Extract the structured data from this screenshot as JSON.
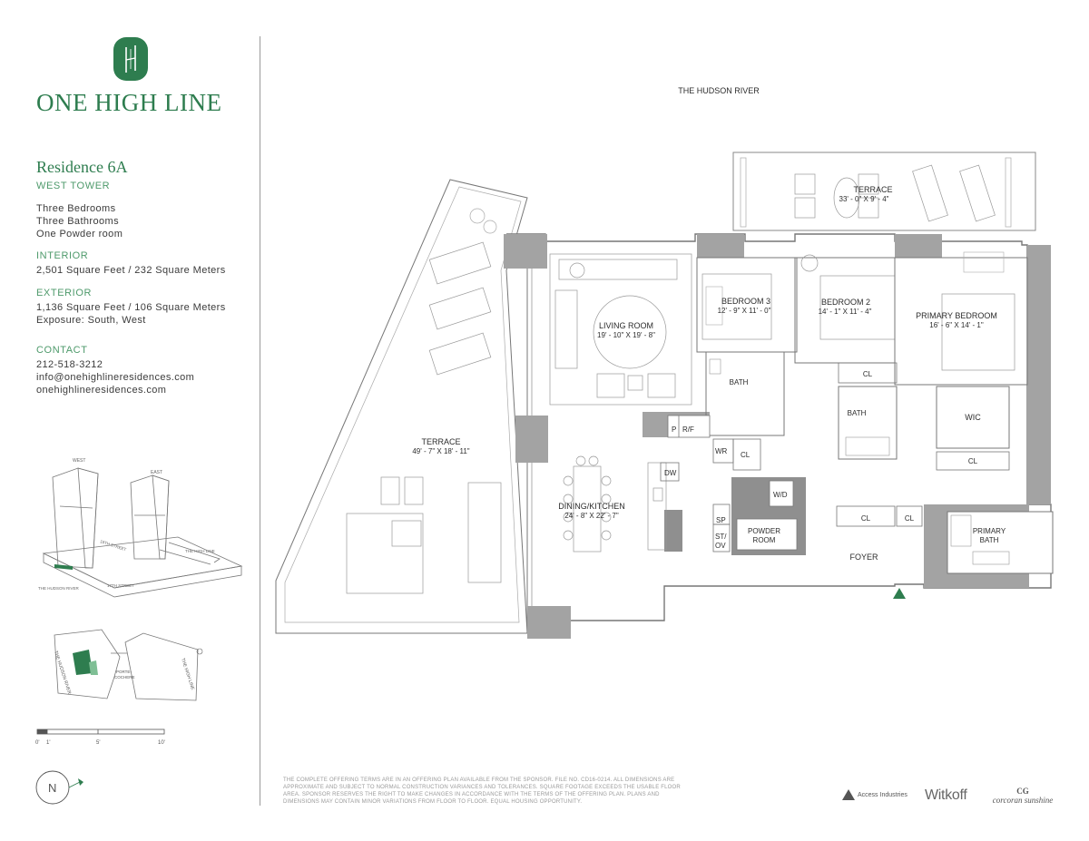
{
  "brand": {
    "name": "ONE HIGH LINE",
    "accent_color": "#2e7d4f",
    "emblem_icon": "building-emblem-icon"
  },
  "residence": {
    "title": "Residence 6A",
    "tower": "WEST TOWER",
    "rooms": [
      "Three Bedrooms",
      "Three Bathrooms",
      "One Powder room"
    ],
    "interior_label": "INTERIOR",
    "interior_value": "2,501 Square Feet / 232 Square Meters",
    "exterior_label": "EXTERIOR",
    "exterior_lines": [
      "1,136 Square Feet / 106 Square Meters",
      "Exposure: South, West"
    ]
  },
  "contact": {
    "label": "CONTACT",
    "phone": "212-518-3212",
    "email": "info@onehighlineresidences.com",
    "website": "onehighlineresidences.com"
  },
  "axonometric": {
    "west": "WEST",
    "east": "EAST",
    "street_18": "18TH STREET",
    "high_line": "THE HIGH LINE",
    "hudson": "THE HUDSON RIVER",
    "street_17": "17TH STREET"
  },
  "site_plan": {
    "hudson": "THE HUDSON RIVER",
    "porte": "PORTE-",
    "cochere": "COCHERE",
    "high_line": "THE HIGH LINE"
  },
  "scale": {
    "t0": "0'",
    "t1": "1'",
    "t5": "5'",
    "t10": "10'"
  },
  "compass": {
    "north": "N"
  },
  "plan": {
    "river_label": "THE HUDSON RIVER",
    "terrace_top": {
      "name": "TERRACE",
      "dims": "33' - 0\" X 9' - 4\""
    },
    "terrace_west": {
      "name": "TERRACE",
      "dims": "49' - 7\" X 18' - 11\""
    },
    "living": {
      "name": "LIVING ROOM",
      "dims": "19' - 10\" X 19' - 8\""
    },
    "bedroom3": {
      "name": "BEDROOM 3",
      "dims": "12' - 9\" X 11' - 0\""
    },
    "bedroom2": {
      "name": "BEDROOM 2",
      "dims": "14' - 1\" X 11' - 4\""
    },
    "primary_bedroom": {
      "name": "PRIMARY BEDROOM",
      "dims": "16' - 6\" X 14' - 1\""
    },
    "dining": {
      "name": "DINING/KITCHEN",
      "dims": "24' - 8\" X 22' - 7\""
    },
    "bath": "BATH",
    "bath2": "BATH",
    "wic": "WIC",
    "cl_bed2": "CL",
    "cl_wr": "CL",
    "cl_wic": "CL",
    "cl_foyer1": "CL",
    "cl_foyer2": "CL",
    "p": "P",
    "rf": "R/F",
    "wr": "WR",
    "wd": "W/D",
    "dw": "DW",
    "sp": "SP",
    "st": "ST/",
    "ov": "OV",
    "powder1": "POWDER",
    "powder2": "ROOM",
    "foyer": "FOYER",
    "primary_bath1": "PRIMARY",
    "primary_bath2": "BATH"
  },
  "disclaimer": "THE COMPLETE OFFERING TERMS ARE IN AN OFFERING PLAN AVAILABLE FROM THE SPONSOR. FILE NO. CD16-0214. ALL DIMENSIONS ARE APPROXIMATE AND SUBJECT TO NORMAL CONSTRUCTION VARIANCES AND TOLERANCES. SQUARE FOOTAGE EXCEEDS THE USABLE FLOOR AREA. SPONSOR RESERVES THE RIGHT TO MAKE CHANGES IN ACCORDANCE WITH THE TERMS OF THE OFFERING PLAN. PLANS AND DIMENSIONS MAY CONTAIN MINOR VARIATIONS FROM FLOOR TO FLOOR. EQUAL HOUSING OPPORTUNITY.",
  "logos": {
    "access": "Access Industries",
    "witkoff": "Witkoff",
    "corcoran_mark": "CG",
    "corcoran": "corcoran sunshine"
  },
  "colors": {
    "wall": "#8a8a8a",
    "column": "#a3a3a3",
    "line": "#777777",
    "green": "#2e7d4f"
  }
}
